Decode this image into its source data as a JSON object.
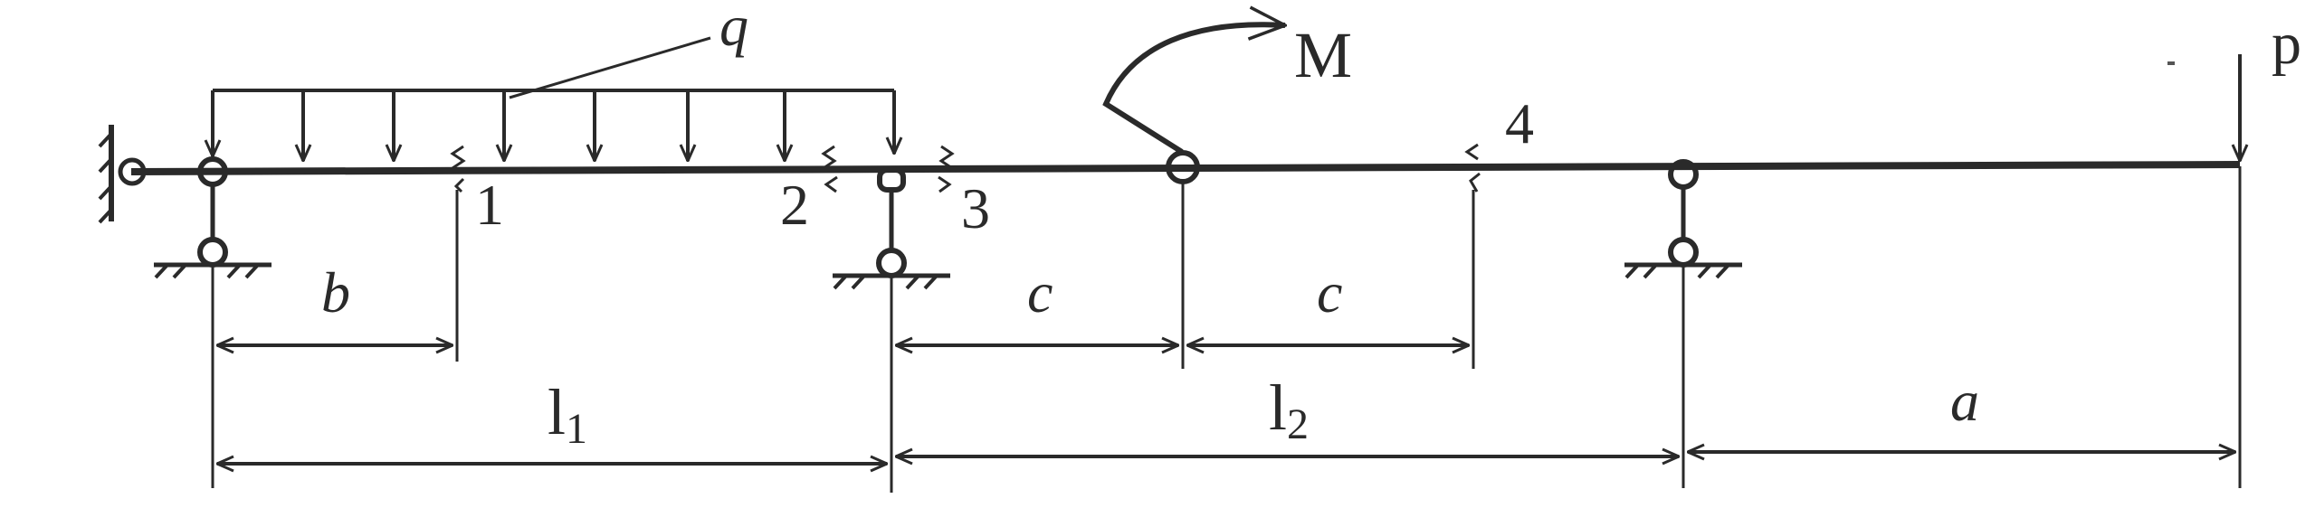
{
  "diagram": {
    "labels": {
      "q": "q",
      "M": "M",
      "p": "p",
      "b": "b",
      "c_left": "c",
      "c_right": "c",
      "l1_base": "l",
      "l1_sub": "1",
      "l2_base": "l",
      "l2_sub": "2",
      "a": "a",
      "sec1": "1",
      "sec2": "2",
      "sec3": "3",
      "sec4": "4"
    },
    "colors": {
      "ink": "#2a2a2a",
      "background": "#ffffff"
    }
  }
}
